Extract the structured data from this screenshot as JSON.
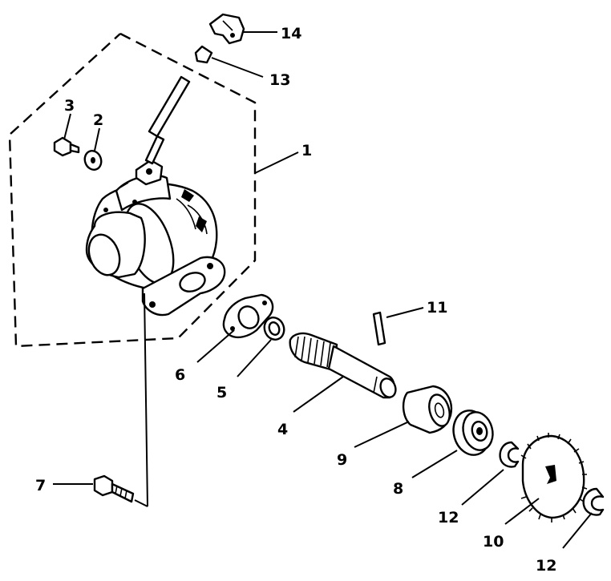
{
  "diagram": {
    "labels": {
      "l1": "1",
      "l2": "2",
      "l3": "3",
      "l4": "4",
      "l5": "5",
      "l6": "6",
      "l7": "7",
      "l8": "8",
      "l9": "9",
      "l10": "10",
      "l11": "11",
      "l12a": "12",
      "l12b": "12",
      "l13": "13",
      "l14": "14"
    }
  }
}
